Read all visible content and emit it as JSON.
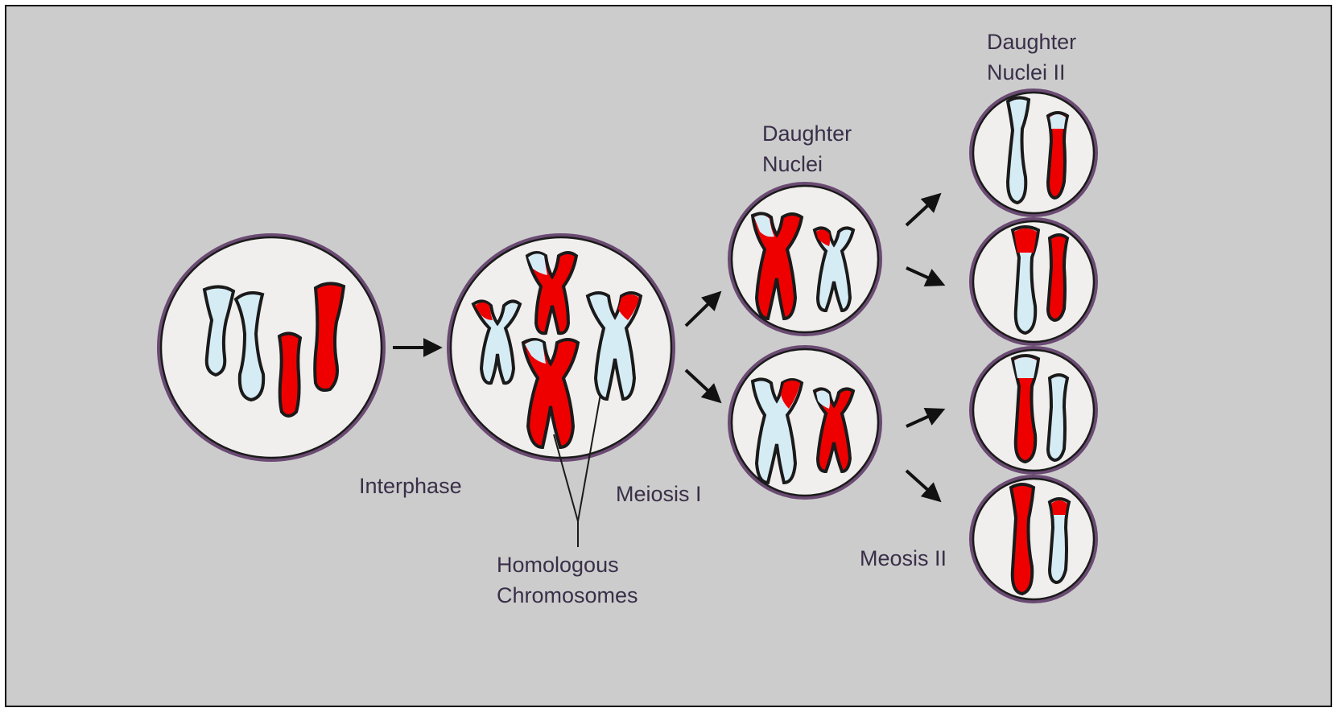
{
  "labels": {
    "interphase": "Interphase",
    "meiosis_1": "Meiosis I",
    "meiosis_2": "Meosis II",
    "homologous_line1": "Homologous",
    "homologous_line2": "Chromosomes",
    "daughter_nuclei_line1": "Daughter",
    "daughter_nuclei_line2": "Nuclei",
    "daughter_nuclei_2_line1": "Daughter",
    "daughter_nuclei_2_line2": "Nuclei II"
  },
  "colors": {
    "background": "#cccccc",
    "cell_fill": "#f1efed",
    "cell_outline": "#1a1a1a",
    "chromosome_blue": "#d6ecf5",
    "chromosome_red": "#ee0000"
  }
}
